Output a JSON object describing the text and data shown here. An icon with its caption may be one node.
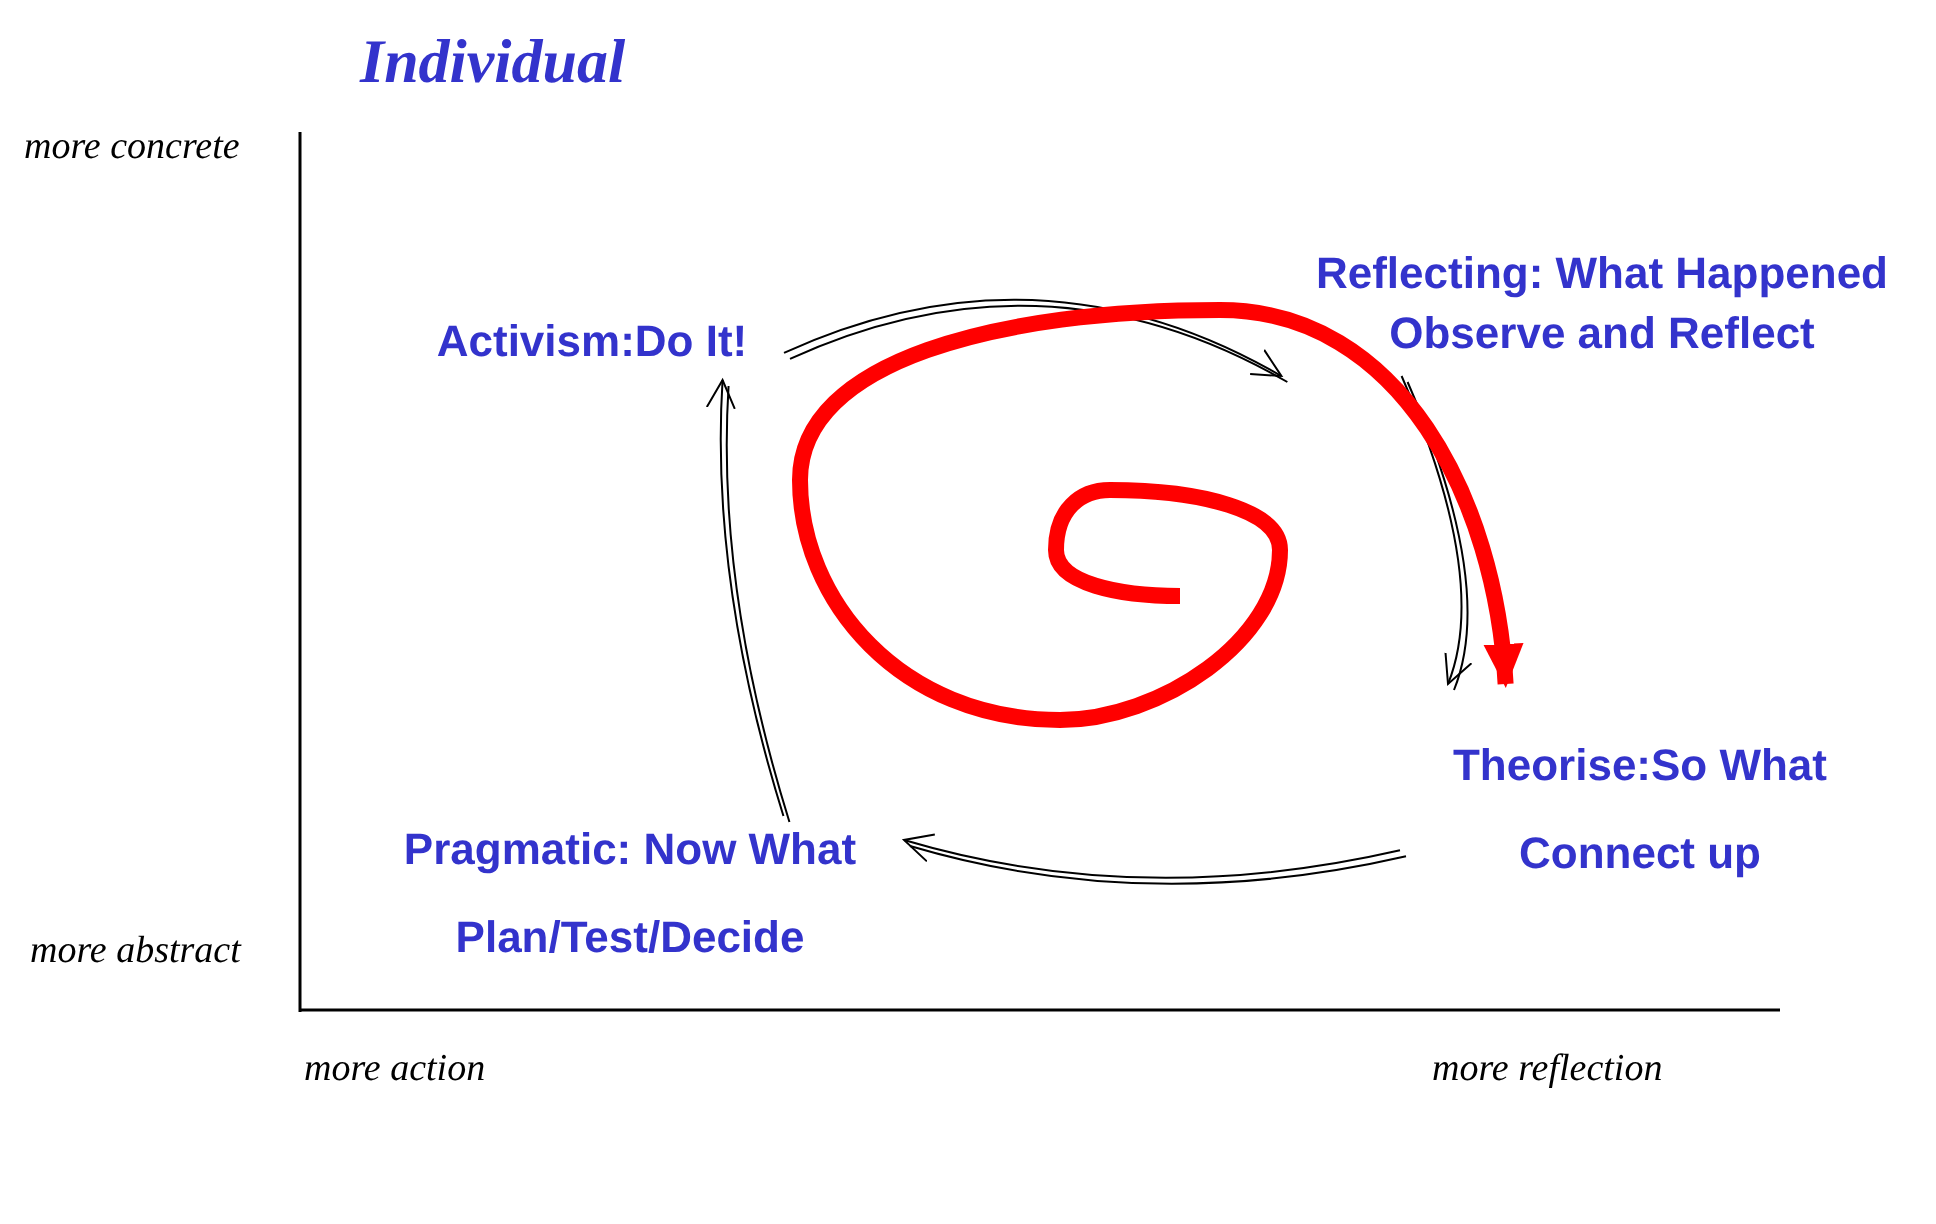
{
  "diagram": {
    "title": "Individual",
    "nodes": [
      {
        "text": [
          "Activism:Do It!"
        ]
      },
      {
        "text": [
          "Reflecting: What Happened",
          "Observe and Reflect"
        ]
      },
      {
        "text": [
          "Theorise:So What",
          "Connect up"
        ]
      },
      {
        "text": [
          "Pragmatic: Now What",
          "Plan/Test/Decide"
        ]
      }
    ],
    "edges": [
      {
        "from": 0,
        "to": 1,
        "arrow": "to"
      },
      {
        "from": 1,
        "to": 2,
        "arrow": "to"
      },
      {
        "from": 2,
        "to": 3,
        "arrow": "to"
      },
      {
        "from": 3,
        "to": 0,
        "arrow": "to"
      },
      {
        "from": null,
        "to": 2,
        "arrow": "to",
        "style": "thick",
        "color": "#ff0000"
      }
    ],
    "labels": [
      "more concrete",
      "more abstract",
      "more action",
      "more reflection"
    ]
  }
}
